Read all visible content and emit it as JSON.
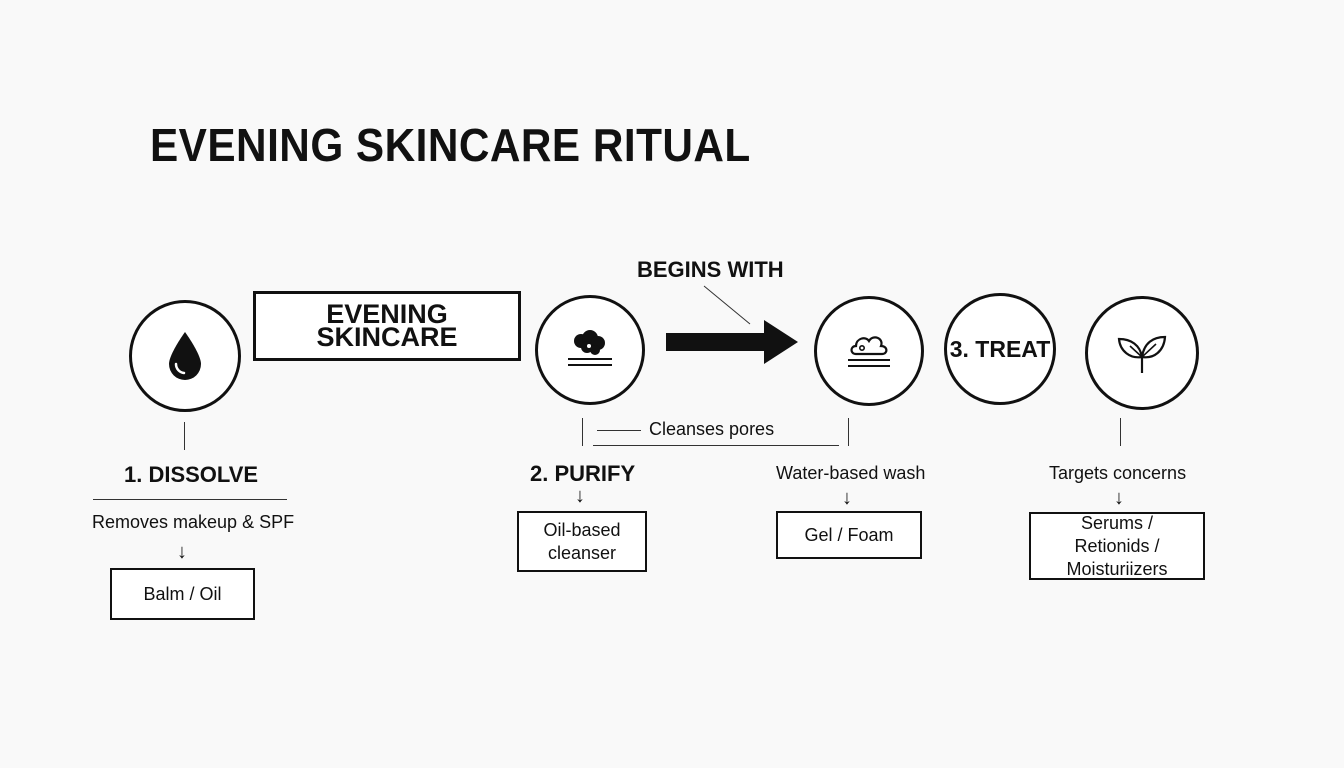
{
  "title": "EVENING SKINCARE RITUAL",
  "header_box": "EVENING SKINCARE",
  "connector_label": "BEGINS WITH",
  "bracket_label": "Cleanses pores",
  "steps": [
    {
      "heading": "1. DISSOLVE",
      "description": "Removes makeup & SPF",
      "product": "Balm / Oil",
      "icon": "water-drop-icon"
    },
    {
      "heading": "2. PURIFY",
      "product": "Oil-based cleanser",
      "icon": "cleansing-balm-icon"
    },
    {
      "heading": "",
      "description": "Water-based wash",
      "product": "Gel / Foam",
      "icon": "foam-cleanser-icon"
    },
    {
      "heading": "3. TREAT",
      "description": "Targets concerns",
      "product": "Serums / Retionids / Moisturiizers",
      "icon": "leaf-icon"
    }
  ]
}
